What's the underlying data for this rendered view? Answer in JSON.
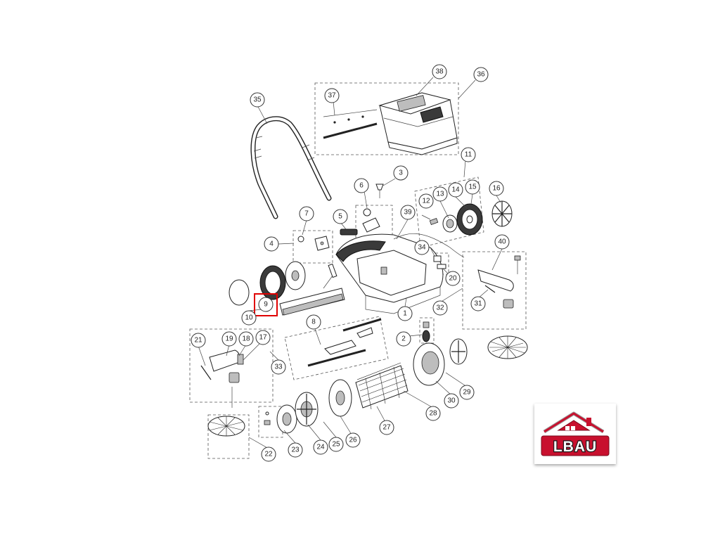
{
  "logo": {
    "text": "LBAU"
  },
  "callouts": {
    "c1": "1",
    "c2": "2",
    "c3": "3",
    "c4": "4",
    "c5": "5",
    "c6": "6",
    "c7": "7",
    "c8": "8",
    "c9": "9",
    "c10": "10",
    "c11": "11",
    "c12": "12",
    "c13": "13",
    "c14": "14",
    "c15": "15",
    "c16": "16",
    "c17": "17",
    "c18": "18",
    "c19": "19",
    "c20": "20",
    "c21": "21",
    "c22": "22",
    "c23": "23",
    "c24": "24",
    "c25": "25",
    "c26": "26",
    "c27": "27",
    "c28": "28",
    "c29": "29",
    "c30": "30",
    "c31": "31",
    "c32": "32",
    "c33": "33",
    "c34": "34",
    "c35": "35",
    "c36": "36",
    "c37": "37",
    "c38": "38",
    "c39": "39",
    "c40": "40"
  },
  "highlighted_part": "9",
  "colors": {
    "highlight": "#e00000",
    "logo_red": "#c8102e",
    "line": "#222222"
  }
}
